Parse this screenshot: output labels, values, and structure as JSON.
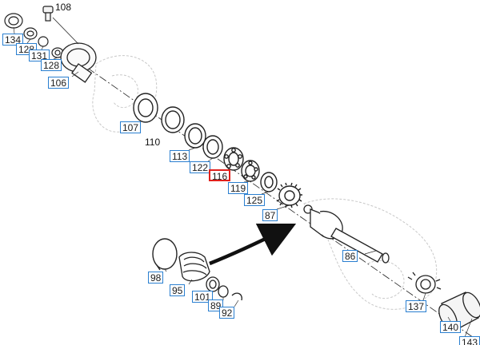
{
  "diagram": {
    "highlight_color": "#e0201c",
    "callout_color": "#2a7fd0",
    "plain_labels": [
      "108",
      "110"
    ],
    "callouts": [
      {
        "key": "c134",
        "label": "134"
      },
      {
        "key": "c128a",
        "label": "128"
      },
      {
        "key": "c131",
        "label": "131"
      },
      {
        "key": "c128b",
        "label": "128"
      },
      {
        "key": "c106",
        "label": "106"
      },
      {
        "key": "c107",
        "label": "107"
      },
      {
        "key": "c113",
        "label": "113"
      },
      {
        "key": "c122",
        "label": "122"
      },
      {
        "key": "c116",
        "label": "116",
        "selected": true
      },
      {
        "key": "c119",
        "label": "119"
      },
      {
        "key": "c125",
        "label": "125"
      },
      {
        "key": "c87",
        "label": "87"
      },
      {
        "key": "c86",
        "label": "86"
      },
      {
        "key": "c98",
        "label": "98"
      },
      {
        "key": "c95",
        "label": "95"
      },
      {
        "key": "c101",
        "label": "101"
      },
      {
        "key": "c89",
        "label": "89"
      },
      {
        "key": "c92",
        "label": "92"
      },
      {
        "key": "c137",
        "label": "137"
      },
      {
        "key": "c140",
        "label": "140"
      },
      {
        "key": "c143",
        "label": "143"
      }
    ]
  }
}
